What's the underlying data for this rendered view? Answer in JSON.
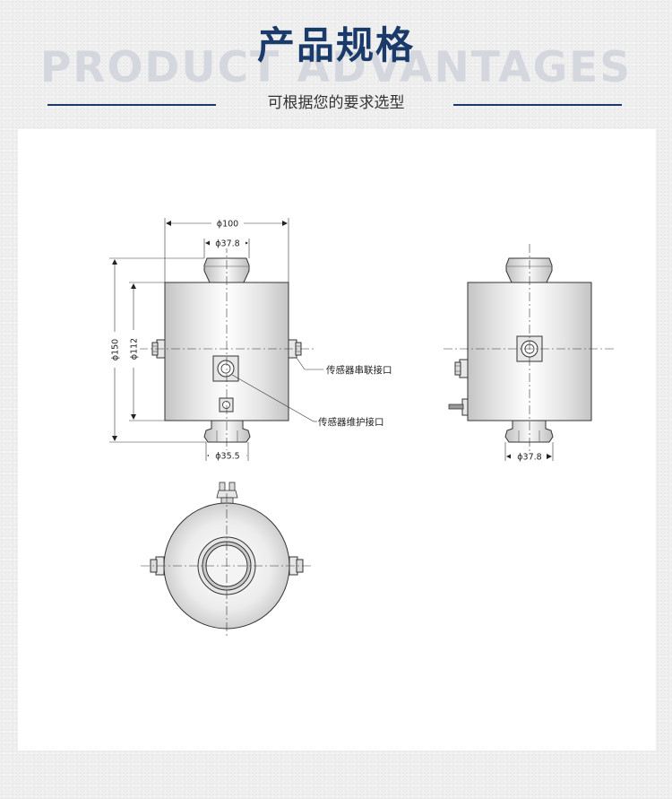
{
  "header": {
    "title": "产品规格",
    "background_text": "PRODUCT ADVANTAGES",
    "subtitle": "可根据您的要求选型",
    "accent_color": "#1a3a6a"
  },
  "drawing": {
    "front_view": {
      "dim_outer_width": "ϕ100",
      "dim_top_boss": "ϕ37.8",
      "dim_height_total": "ϕ150",
      "dim_height_body": "ϕ112",
      "dim_bottom_boss": "ϕ35.5",
      "callout_series_port": "传感器串联接口",
      "callout_maintenance_port": "传感器维护接口"
    },
    "side_view": {
      "dim_bottom_boss": "ϕ37.8"
    }
  }
}
